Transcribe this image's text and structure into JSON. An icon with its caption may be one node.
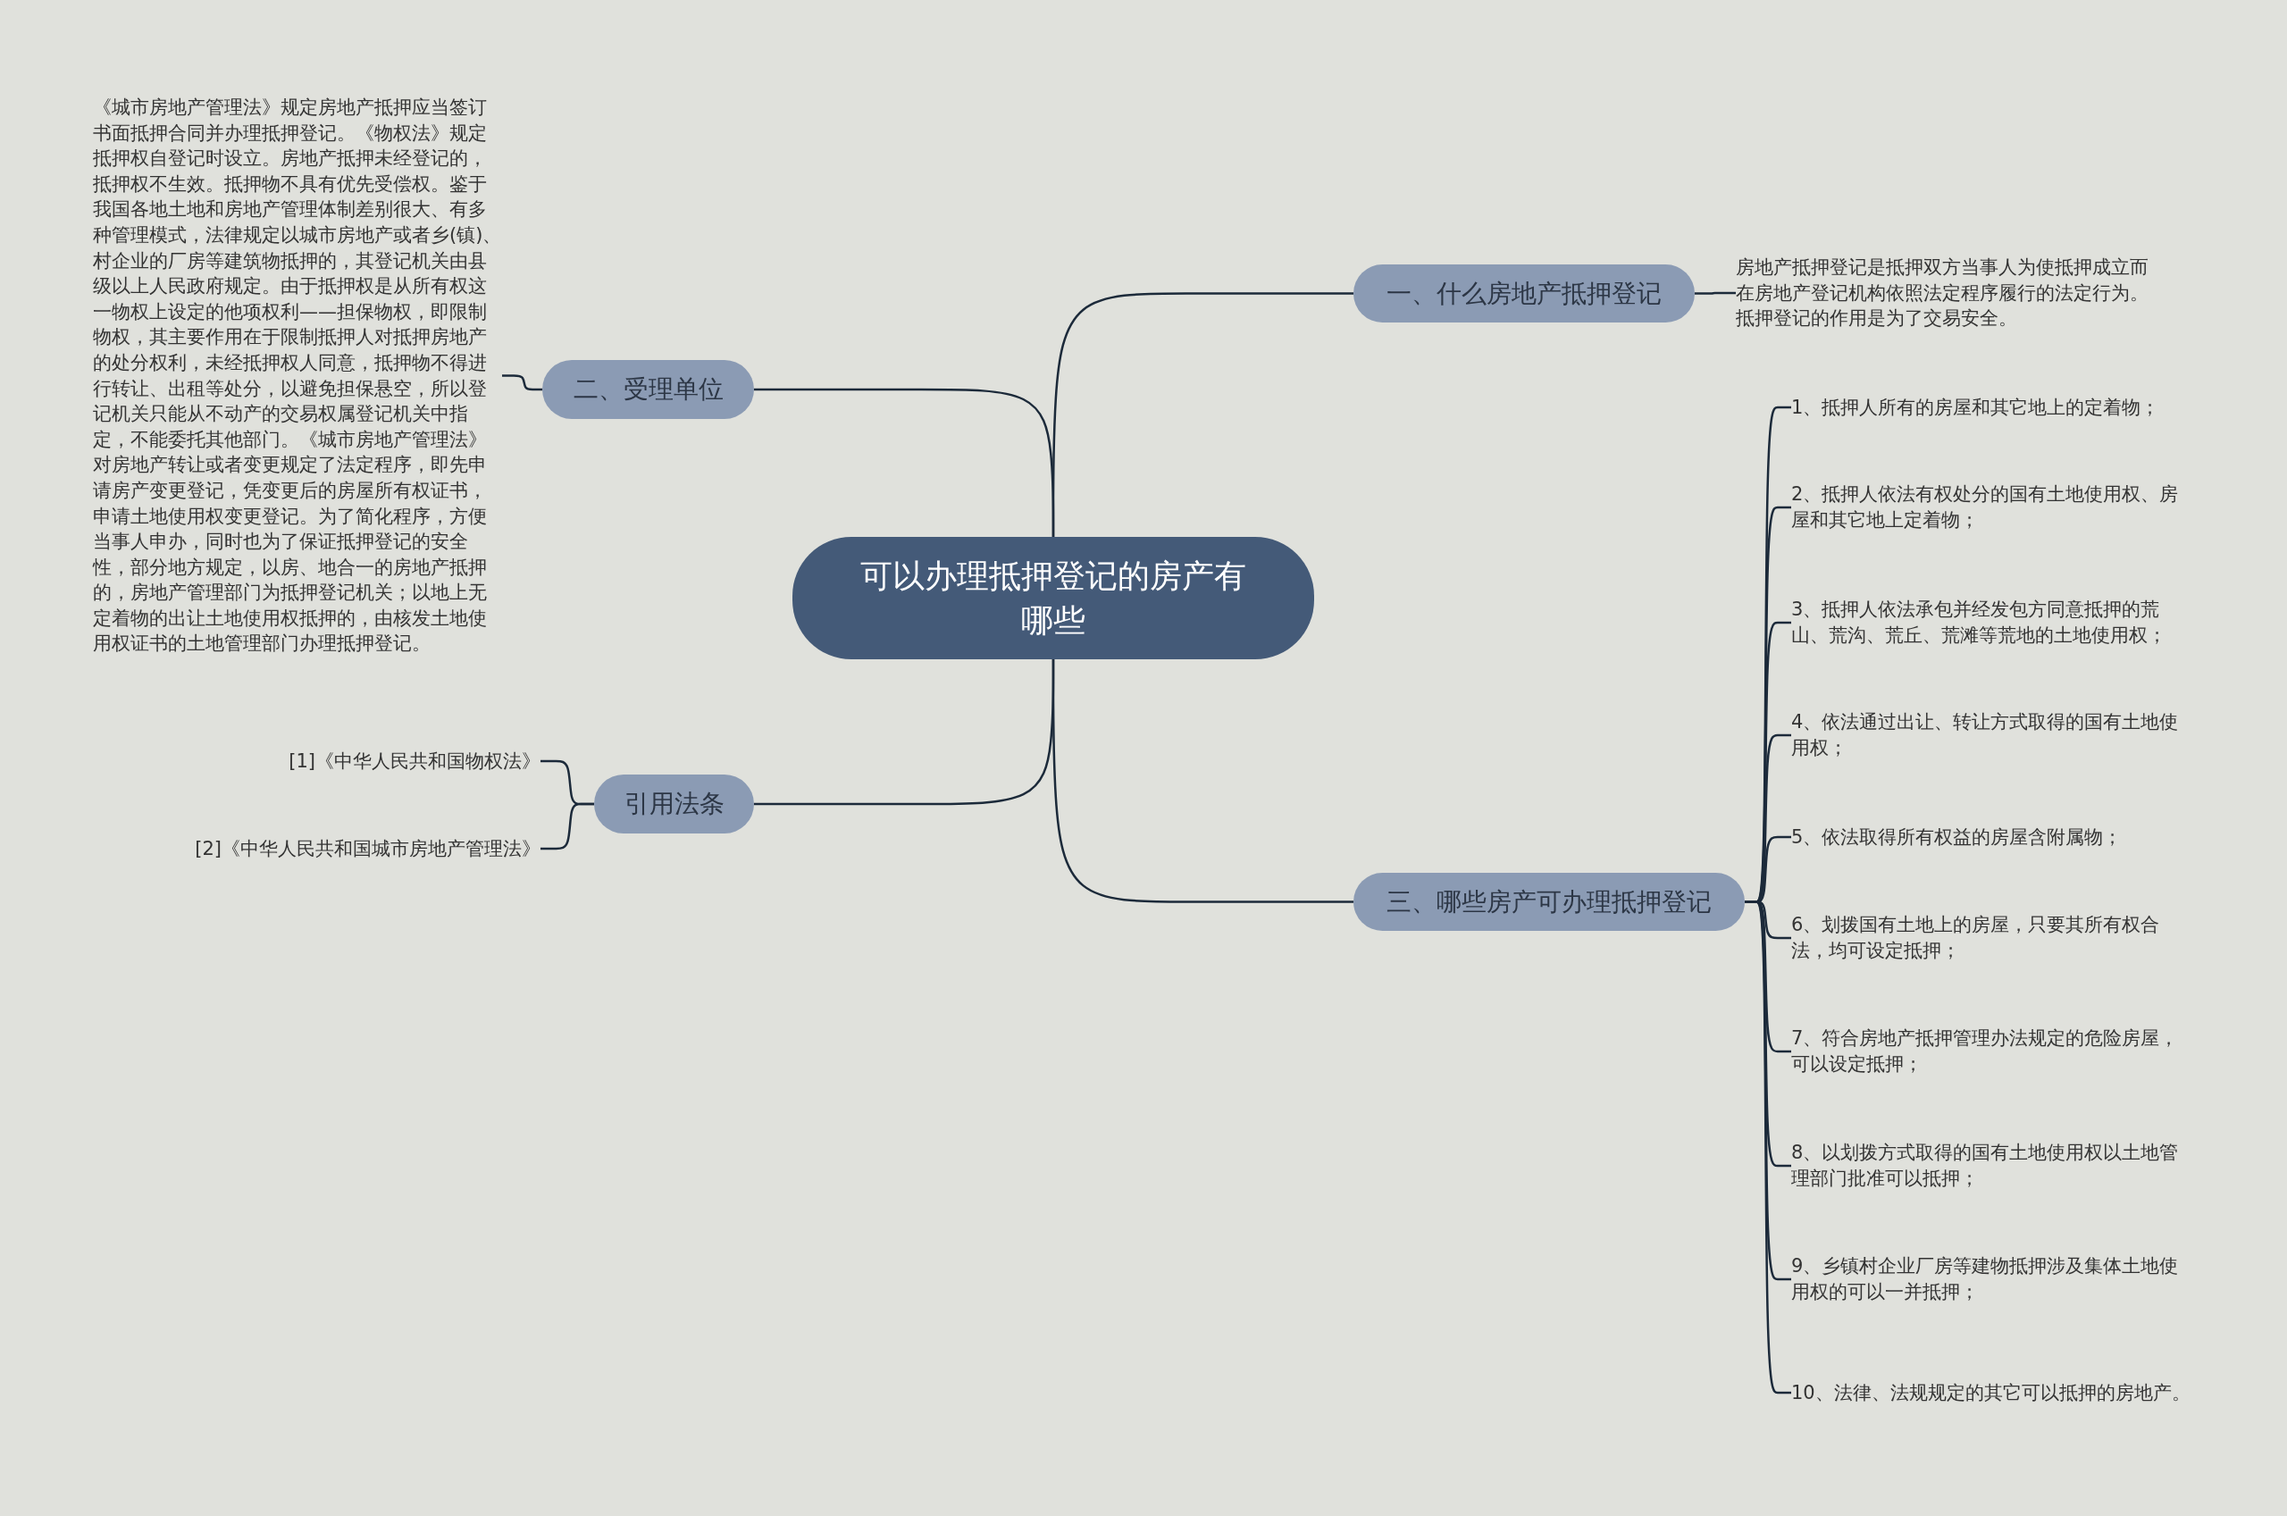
{
  "diagram": {
    "nodes": [
      {
        "text": [
          "可以办理抵押登记的房产有哪些"
        ]
      },
      {
        "text": [
          "一、什么房地产抵押登记"
        ]
      },
      {
        "text": [
          "房地产抵押登记是抵押双方当事人为使抵押成立而在房地产登记机构依照法定程序履行的法定行为。抵押登记的作用是为了交易安全。"
        ]
      },
      {
        "text": [
          "三、哪些房产可办理抵押登记"
        ]
      },
      {
        "text": [
          "1、抵押人所有的房屋和其它地上的定着物；"
        ]
      },
      {
        "text": [
          "2、抵押人依法有权处分的国有土地使用权、房屋和其它地上定着物；"
        ]
      },
      {
        "text": [
          "3、抵押人依法承包并经发包方同意抵押的荒山、荒沟、荒丘、荒滩等荒地的土地使用权；"
        ]
      },
      {
        "text": [
          "4、依法通过出让、转让方式取得的国有土地使用权；"
        ]
      },
      {
        "text": [
          "5、依法取得所有权益的房屋含附属物；"
        ]
      },
      {
        "text": [
          "6、划拨国有土地上的房屋，只要其所有权合法，均可设定抵押；"
        ]
      },
      {
        "text": [
          "7、符合房地产抵押管理办法规定的危险房屋，可以设定抵押；"
        ]
      },
      {
        "text": [
          "8、以划拨方式取得的国有土地使用权以土地管理部门批准可以抵押；"
        ]
      },
      {
        "text": [
          "9、乡镇村企业厂房等建物抵押涉及集体土地使用权的可以一并抵押；"
        ]
      },
      {
        "text": [
          "10、法律、法规规定的其它可以抵押的房地产。"
        ]
      },
      {
        "text": [
          "二、受理单位"
        ]
      },
      {
        "text": [
          "《城市房地产管理法》规定房地产抵押应当签订书面抵押合同并办理抵押登记。《物权法》规定抵押权自登记时设立。房地产抵押未经登记的，抵押权不生效。抵押物不具有优先受偿权。鉴于我国各地土地和房地产管理体制差别很大、有多种管理模式，法律规定以城市房地产或者乡(镇)、村企业的厂房等建筑物抵押的，其登记机关由县级以上人民政府规定。由于抵押权是从所有权这一物权上设定的他项权利——担保物权，即限制物权，其主要作用在于限制抵押人对抵押房地产的处分权利，未经抵押权人同意，抵押物不得进行转让、出租等处分，以避免担保悬空，所以登记机关只能从不动产的交易权属登记机关中指定，不能委托其他部门。《城市房地产管理法》对房地产转让或者变更规定了法定程序，即先申请房产变更登记，凭变更后的房屋所有权证书，申请土地使用权变更登记。为了简化程序，方便当事人申办，同时也为了保证抵押登记的安全性，部分地方规定，以房、地合一的房地产抵押的，房地产管理部门为抵押登记机关；以地上无定着物的出让土地使用权抵押的，由核发土地使用权证书的土地管理部门办理抵押登记。"
        ]
      },
      {
        "text": [
          "引用法条"
        ]
      },
      {
        "text": [
          "[1]《中华人民共和国物权法》"
        ]
      },
      {
        "text": [
          "[2]《中华人民共和国城市房地产管理法》"
        ]
      }
    ],
    "edges": [
      {
        "from": 0,
        "to": 1,
        "arrow": "none"
      },
      {
        "from": 1,
        "to": 2,
        "arrow": "none"
      },
      {
        "from": 0,
        "to": 3,
        "arrow": "none"
      },
      {
        "from": 3,
        "to": 4,
        "arrow": "none"
      },
      {
        "from": 3,
        "to": 5,
        "arrow": "none"
      },
      {
        "from": 3,
        "to": 6,
        "arrow": "none"
      },
      {
        "from": 3,
        "to": 7,
        "arrow": "none"
      },
      {
        "from": 3,
        "to": 8,
        "arrow": "none"
      },
      {
        "from": 3,
        "to": 9,
        "arrow": "none"
      },
      {
        "from": 3,
        "to": 10,
        "arrow": "none"
      },
      {
        "from": 3,
        "to": 11,
        "arrow": "none"
      },
      {
        "from": 3,
        "to": 12,
        "arrow": "none"
      },
      {
        "from": 3,
        "to": 13,
        "arrow": "none"
      },
      {
        "from": 0,
        "to": 14,
        "arrow": "none"
      },
      {
        "from": 14,
        "to": 15,
        "arrow": "none"
      },
      {
        "from": 0,
        "to": 16,
        "arrow": "none"
      },
      {
        "from": 16,
        "to": 17,
        "arrow": "none"
      },
      {
        "from": 16,
        "to": 18,
        "arrow": "none"
      }
    ]
  }
}
